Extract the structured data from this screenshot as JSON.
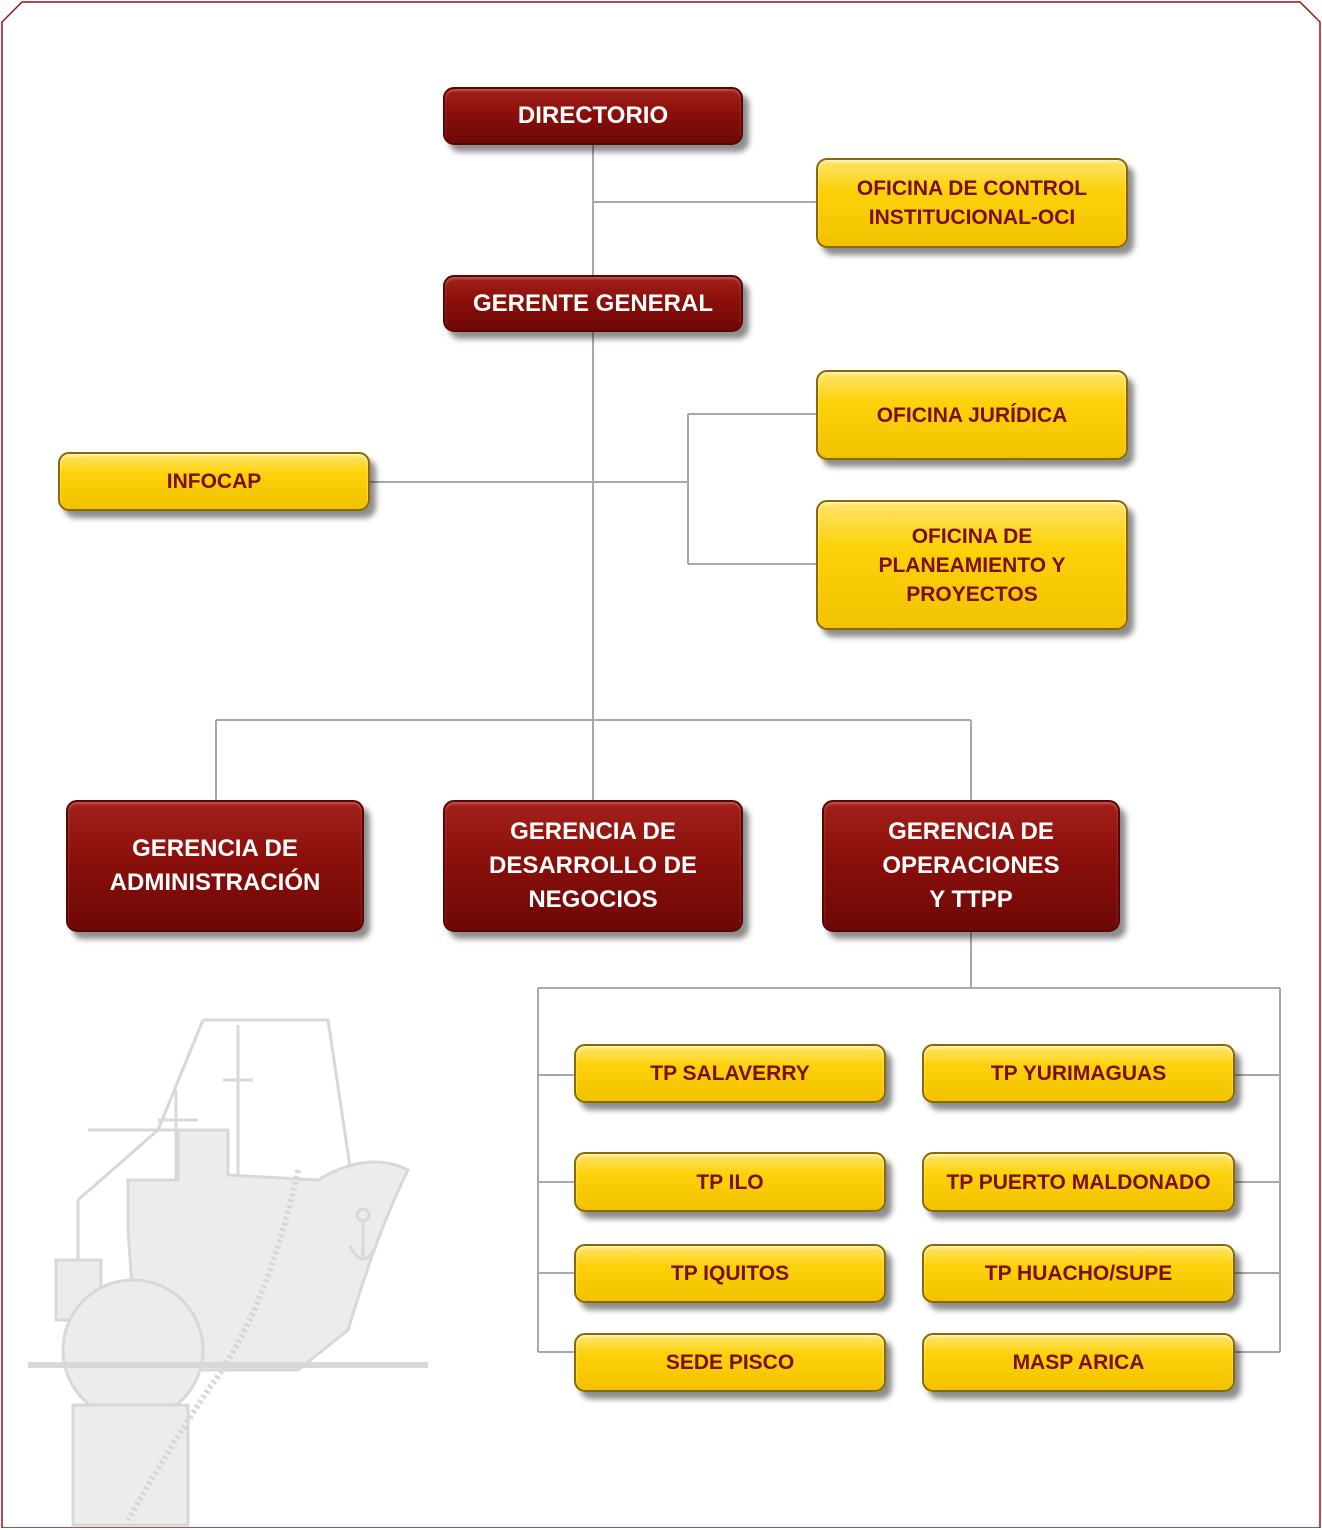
{
  "colors": {
    "accent_dark": "#8a0f0b",
    "accent_yellow": "#fcd20a",
    "line": "#a8a8a8",
    "frame": "#9a1414"
  },
  "directorio": "DIRECTORIO",
  "oci": "OFICINA DE CONTROL\nINSTITUCIONAL-OCI",
  "gerente_general": "GERENTE GENERAL",
  "oficina_juridica": "OFICINA JURÍDICA",
  "infocap": "INFOCAP",
  "planeamiento": "OFICINA DE\nPLANEAMIENTO Y\nPROYECTOS",
  "gerencias": {
    "administracion": "GERENCIA DE\nADMINISTRACIÓN",
    "desarrollo": "GERENCIA DE\nDESARROLLO DE\nNEGOCIOS",
    "operaciones": "GERENCIA DE\nOPERACIONES\nY TTPP"
  },
  "terminales": {
    "salaverry": "TP SALAVERRY",
    "yurimaguas": "TP YURIMAGUAS",
    "ilo": "TP ILO",
    "puerto_maldonado": "TP PUERTO MALDONADO",
    "iquitos": "TP IQUITOS",
    "huacho_supe": "TP HUACHO/SUPE",
    "sede_pisco": "SEDE PISCO",
    "masp_arica": "MASP ARICA"
  }
}
